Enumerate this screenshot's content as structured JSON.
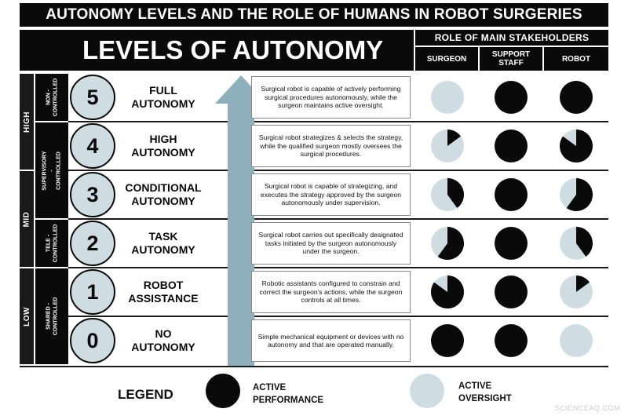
{
  "title": "AUTONOMY LEVELS AND THE ROLE OF HUMANS IN ROBOT SURGERIES",
  "levels_header": "LEVELS OF AUTONOMY",
  "stakeholders_header": "ROLE OF MAIN STAKEHOLDERS",
  "columns": [
    "SURGEON",
    "SUPPORT\nSTAFF",
    "ROBOT"
  ],
  "tiers": [
    "HIGH",
    "MID",
    "LOW"
  ],
  "control_types": [
    "NON -\nCONTROLLED",
    "SUPERVISORY -\nCONTROLLED",
    "TELE -\nCONTROLLED",
    "SHARED -\nCONTROLLED"
  ],
  "levels": [
    {
      "number": "5",
      "label": "FULL\nAUTONOMY",
      "description": "Surgical robot is capable of actively performing surgical procedures autonomously,  while the surgeon maintains active oversight.",
      "surgeon": 0,
      "staff": 1,
      "robot": 1
    },
    {
      "number": "4",
      "label": "HIGH\nAUTONOMY",
      "description": "Surgical robot strategizes & selects the strategy, while the qualified surgeon mostly oversees the surgical procedures.",
      "surgeon": 0.15,
      "staff": 1,
      "robot": 0.85
    },
    {
      "number": "3",
      "label": "CONDITIONAL\nAUTONOMY",
      "description": "Surgical robot is capable of strategizing, and executes the strategy approved by the surgeon autonomously under supervision.",
      "surgeon": 0.4,
      "staff": 1,
      "robot": 0.6
    },
    {
      "number": "2",
      "label": "TASK\nAUTONOMY",
      "description": "Surgical robot carries out specifically designated tasks initiated by the surgeon autonomously under the surgeon.",
      "surgeon": 0.6,
      "staff": 1,
      "robot": 0.4
    },
    {
      "number": "1",
      "label": "ROBOT\nASSISTANCE",
      "description": "Robotic assistants configured to constrain and correct the surgeon's actions, while the surgeon controls at all times.",
      "surgeon": 0.85,
      "staff": 1,
      "robot": 0.15
    },
    {
      "number": "0",
      "label": "NO\nAUTONOMY",
      "description": "Simple mechanical equipment or devices with no autonomy and that are operated manually.",
      "surgeon": 1,
      "staff": 1,
      "robot": 0
    }
  ],
  "legend": {
    "title": "LEGEND",
    "active_performance": "ACTIVE\nPERFORMANCE",
    "active_oversight": "ACTIVE\nOVERSIGHT"
  },
  "colors": {
    "performance": "#0a0a0a",
    "oversight": "#cfdde2",
    "arrow": "#8db0bc"
  },
  "watermark": "SCIENCEAQ.COM"
}
